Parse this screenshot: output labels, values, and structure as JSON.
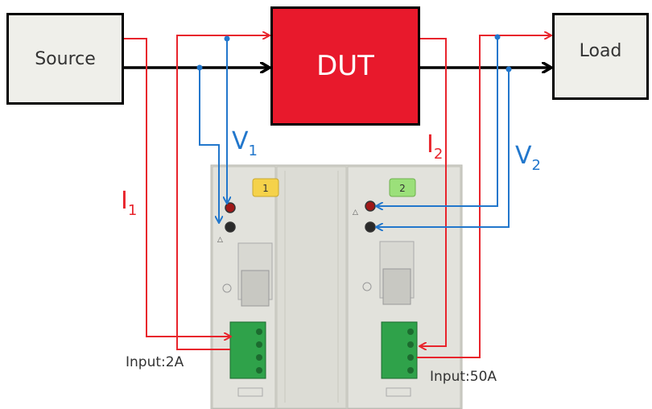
{
  "blocks": {
    "source": "Source",
    "dut": "DUT",
    "load": "Load"
  },
  "labels": {
    "i1": {
      "main": "I",
      "sub": "1"
    },
    "v1": {
      "main": "V",
      "sub": "1"
    },
    "i2": {
      "main": "I",
      "sub": "2"
    },
    "v2": {
      "main": "V",
      "sub": "2"
    }
  },
  "inputs": {
    "ch1": "Input:2A",
    "ch2": "Input:50A"
  },
  "modules": {
    "ch1_badge": "1",
    "ch2_badge": "2"
  },
  "colors": {
    "current_wire": "#e8242c",
    "voltage_wire": "#2277cc",
    "power_wire": "#000000",
    "dut_fill": "#e8192c",
    "badge1": "#f5d24a",
    "badge2": "#9be07a"
  }
}
